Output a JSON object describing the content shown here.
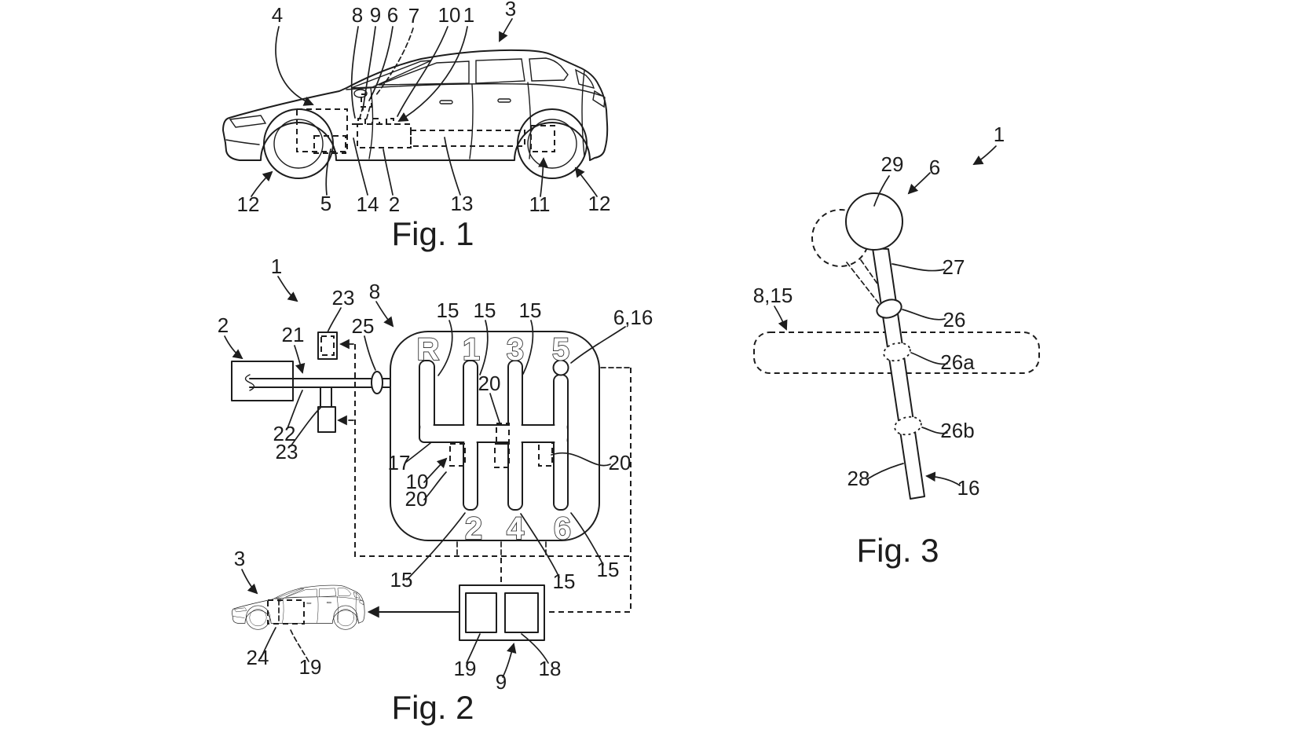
{
  "document": {
    "type": "patent-figures-sheet",
    "background": "#ffffff",
    "ink_color": "#1d1d1d"
  },
  "figures": {
    "fig1": {
      "caption": "Fig. 1",
      "description": "side view of estate car with dashed component boxes",
      "refs": {
        "r4": "4",
        "r8": "8",
        "r9": "9",
        "r6": "6",
        "r7": "7",
        "r10": "10",
        "r1": "1",
        "r3": "3",
        "r12a": "12",
        "r5": "5",
        "r14": "14",
        "r2": "2",
        "r13": "13",
        "r11": "11",
        "r12b": "12"
      }
    },
    "fig2": {
      "caption": "Fig. 2",
      "description": "schematic of shift gate with H-pattern, shaft, sensors and control units",
      "gate_positions": {
        "reverse": "R",
        "first": "1",
        "third": "3",
        "fifth": "5",
        "second": "2",
        "fourth": "4",
        "sixth": "6"
      },
      "refs": {
        "r1": "1",
        "r2": "2",
        "r23a": "23",
        "r8": "8",
        "r25": "25",
        "r21": "21",
        "r22": "22",
        "r23b": "23",
        "r15a": "15",
        "r15b": "15",
        "r15c": "15",
        "r616": "6,16",
        "r20b": "20",
        "r17": "17",
        "r10": "10",
        "r20a": "20",
        "r20c": "20",
        "r15d": "15",
        "r15e": "15",
        "r15f": "15",
        "r3": "3",
        "r24": "24",
        "r19a": "19",
        "r19b": "19",
        "r9": "9",
        "r18": "18"
      }
    },
    "fig3": {
      "caption": "Fig. 3",
      "description": "gear lever with knob, tilted phantom position and detection planes",
      "refs": {
        "r1": "1",
        "r29": "29",
        "r6": "6",
        "r27": "27",
        "r815": "8,15",
        "r26": "26",
        "r26a": "26a",
        "r26b": "26b",
        "r28": "28",
        "r16": "16"
      }
    }
  }
}
